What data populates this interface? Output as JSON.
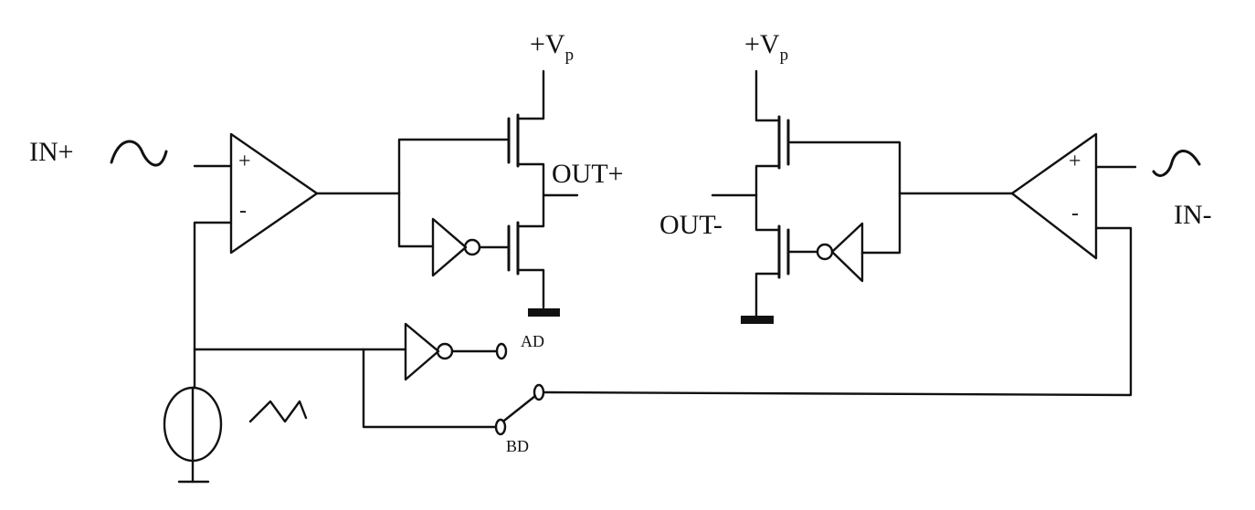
{
  "labels": {
    "in_plus": "IN+",
    "in_minus": "IN-",
    "out_plus": "OUT+",
    "out_minus": "OUT-",
    "vp_left": "+V",
    "vp_left_sub": "p",
    "vp_right": "+V",
    "vp_right_sub": "p",
    "ad": "AD",
    "bd": "BD",
    "opamp_left_plus": "+",
    "opamp_left_minus": "-",
    "opamp_right_plus": "+",
    "opamp_right_minus": "-"
  },
  "icons": {
    "sine_source_left": "sine-wave-icon",
    "sine_source_right": "sine-wave-icon",
    "triangle_source": "triangle-wave-icon",
    "ground": "ground-bar-icon"
  },
  "colors": {
    "ink": "#111111",
    "background": "#ffffff"
  }
}
